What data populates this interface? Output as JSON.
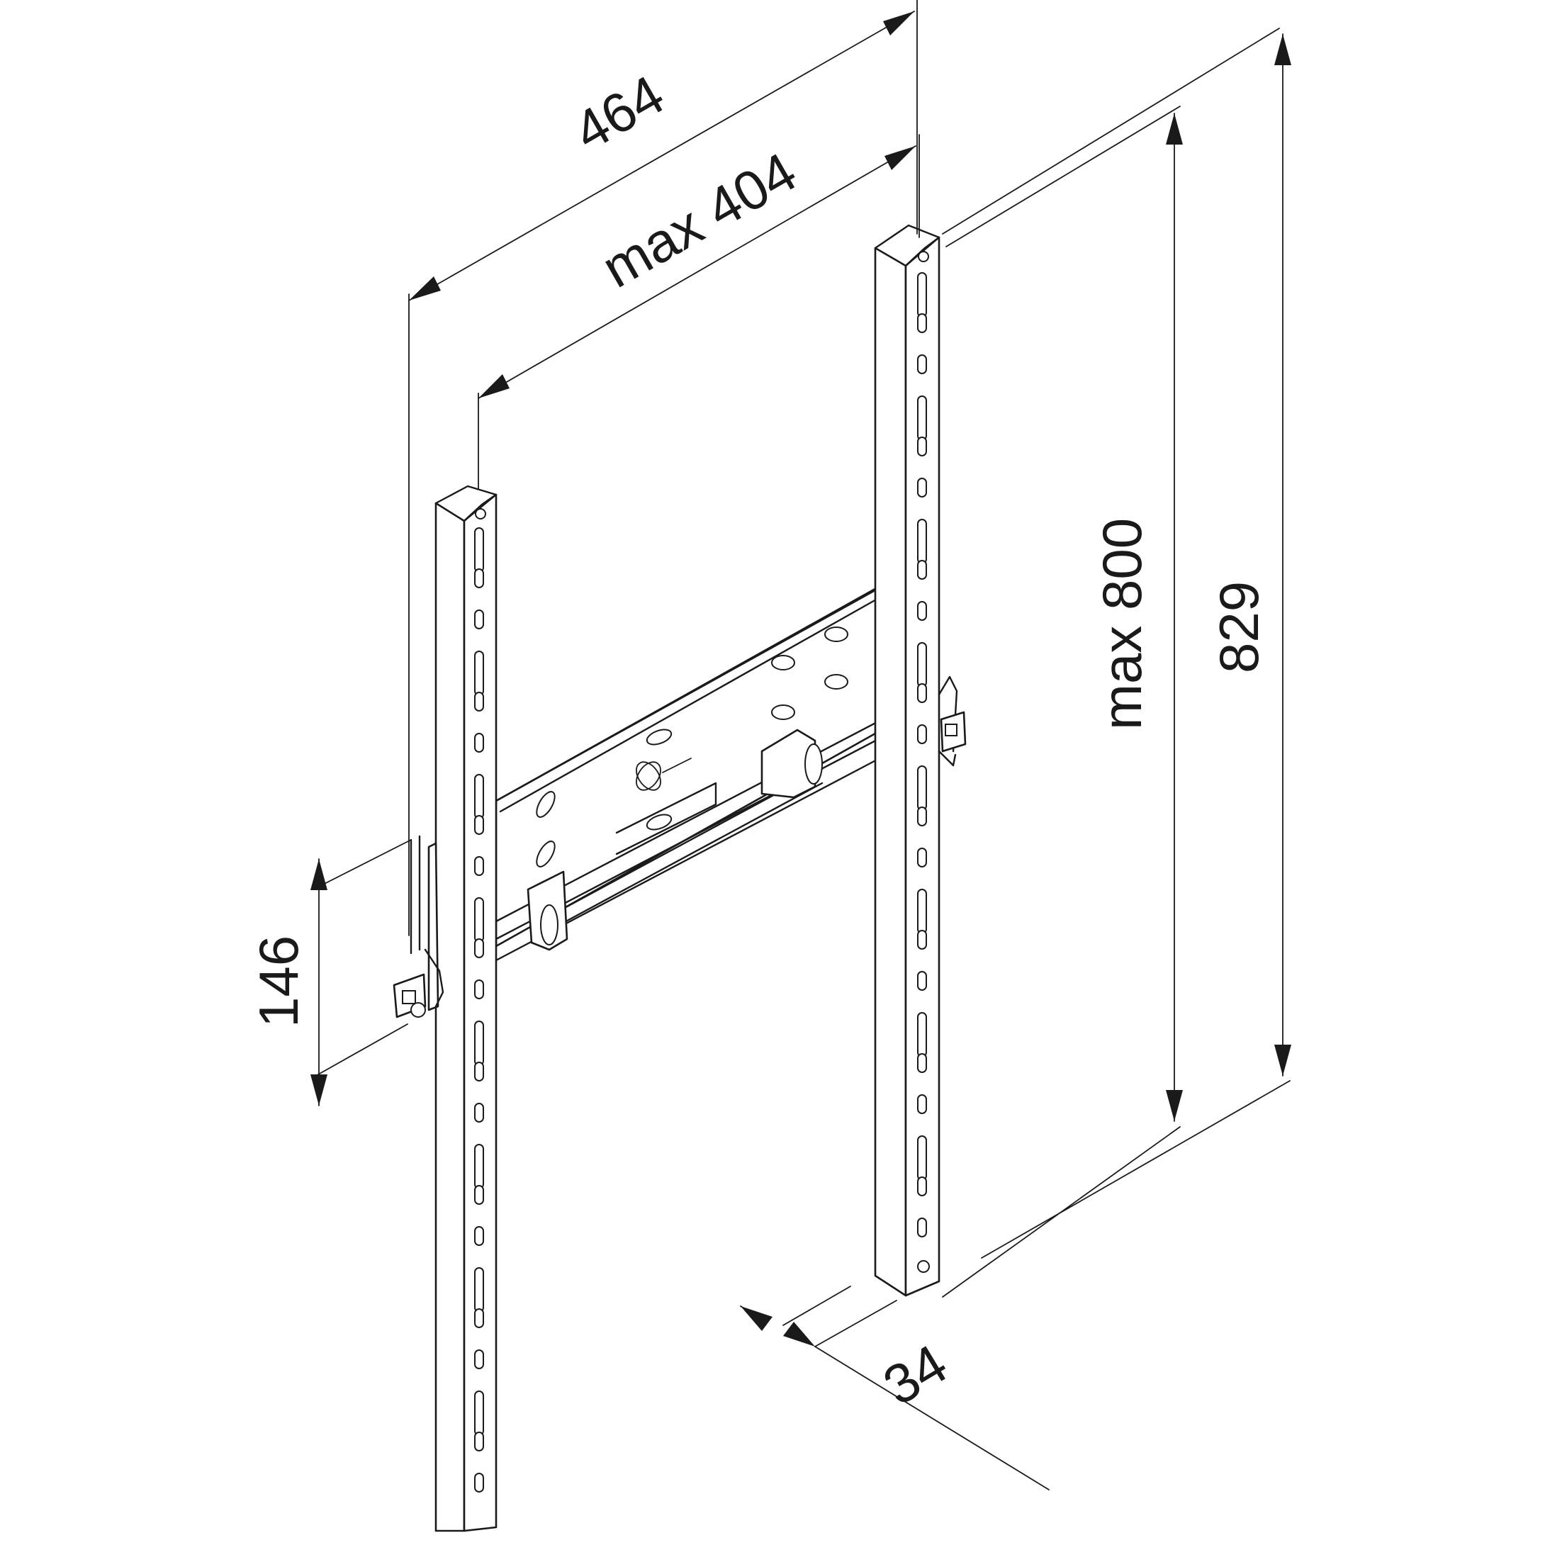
{
  "drawing": {
    "subject": "TV wall mount bracket",
    "dimensions": {
      "overall_width": "464",
      "max_width": "max 404",
      "overall_height": "829",
      "max_height": "max 800",
      "depth": "34",
      "lock_offset": "146"
    },
    "colors": {
      "line": "#1a1a1a",
      "background": "#ffffff"
    }
  }
}
